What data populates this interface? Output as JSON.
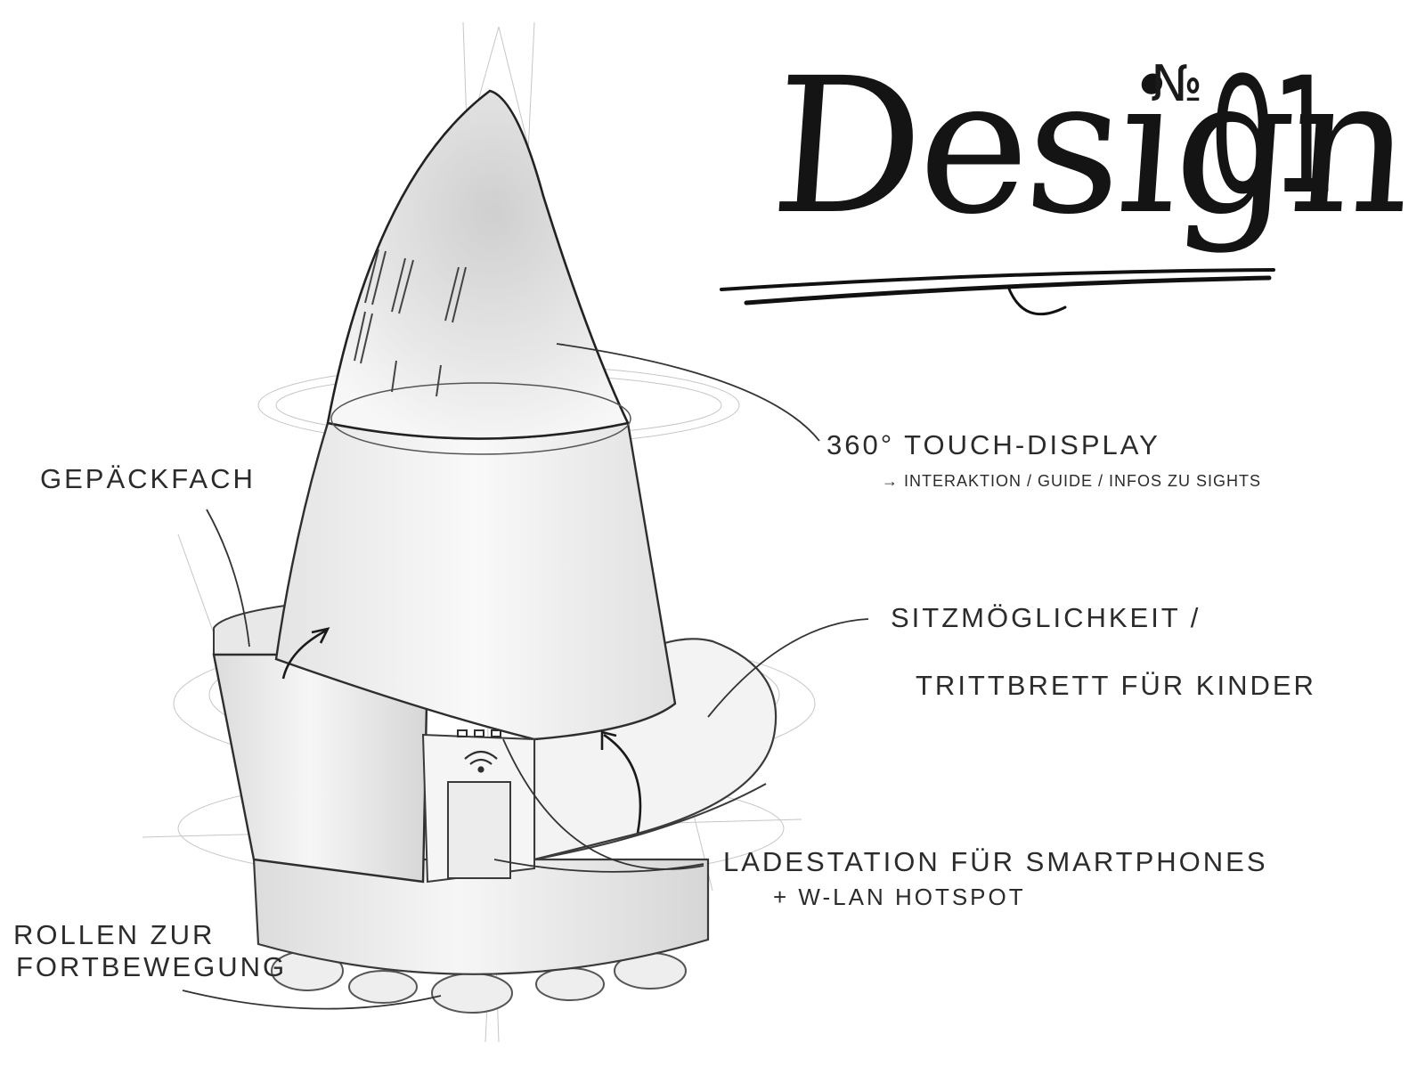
{
  "title": {
    "word": "Design",
    "number_sign": "№",
    "number": "01"
  },
  "labels": {
    "display": "360° TOUCH-DISPLAY",
    "display_sub": "→ INTERAKTION / GUIDE / INFOS ZU SIGHTS",
    "luggage": "GEPÄCKFACH",
    "seat_line1": "SITZMÖGLICHKEIT /",
    "seat_line2": "TRITTBRETT FÜR KINDER",
    "charging_line1": "LADESTATION FÜR SMARTPHONES",
    "charging_line2": "+ W-LAN HOTSPOT",
    "wheels_line1": "ROLLEN ZUR",
    "wheels_line2": "FORTBEWEGUNG"
  },
  "colors": {
    "ink": "#1a1a1a",
    "pencil": "#8a8a8a",
    "shade": "#d9d9d9",
    "paper": "#ffffff"
  }
}
